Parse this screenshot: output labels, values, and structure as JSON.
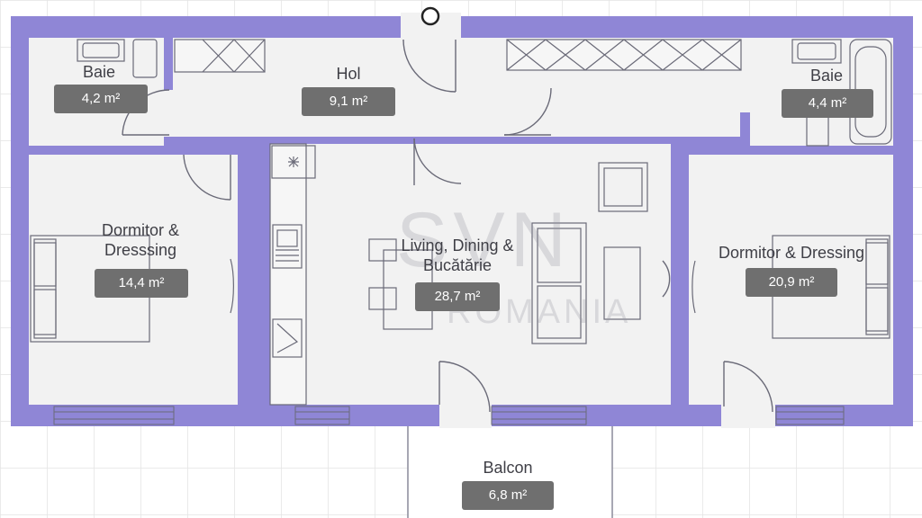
{
  "colors": {
    "wall": "#8f86d6",
    "floor": "#f2f2f2",
    "balcony_floor": "#ffffff",
    "grid": "#e4e4e4",
    "fixture_line": "#6a6a78",
    "badge": "#6f6f6f"
  },
  "rooms": {
    "baie_left": {
      "name": "Baie",
      "area": "4,2 m²"
    },
    "hol": {
      "name": "Hol",
      "area": "9,1 m²"
    },
    "baie_right": {
      "name": "Baie",
      "area": "4,4 m²"
    },
    "dormitor_left": {
      "name": "Dormitor &\nDresssing",
      "area": "14,4 m²"
    },
    "living": {
      "name": "Living, Dining &\nBucătărie",
      "area": "28,7 m²"
    },
    "dormitor_right": {
      "name": "Dormitor & Dressing",
      "area": "20,9 m²"
    },
    "balcon": {
      "name": "Balcon",
      "area": "6,8 m²"
    }
  },
  "watermark": {
    "brand": "SVN",
    "country": "ROMANIA"
  }
}
